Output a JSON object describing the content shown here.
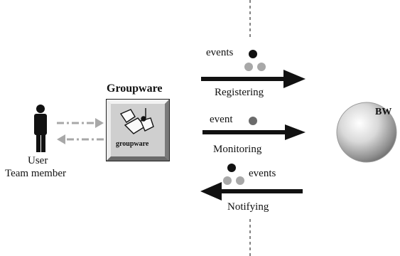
{
  "groupware": {
    "title": "Groupware",
    "icon_text": "groupware"
  },
  "user": {
    "line1": "User",
    "line2": "Team member"
  },
  "flows": {
    "registering": {
      "label": "Registering",
      "annotation": "events"
    },
    "monitoring": {
      "label": "Monitoring",
      "annotation": "event"
    },
    "notifying": {
      "label": "Notifying",
      "annotation": "events"
    }
  },
  "bw": {
    "label": "BW"
  },
  "colors": {
    "arrow": "#111111",
    "dot_dark": "#111111",
    "dot_gray": "#a8a8a8",
    "dot_mid": "#6b6b6b",
    "dashed_arrow": "#a8a8a8",
    "box_face": "#cfcfcf"
  }
}
